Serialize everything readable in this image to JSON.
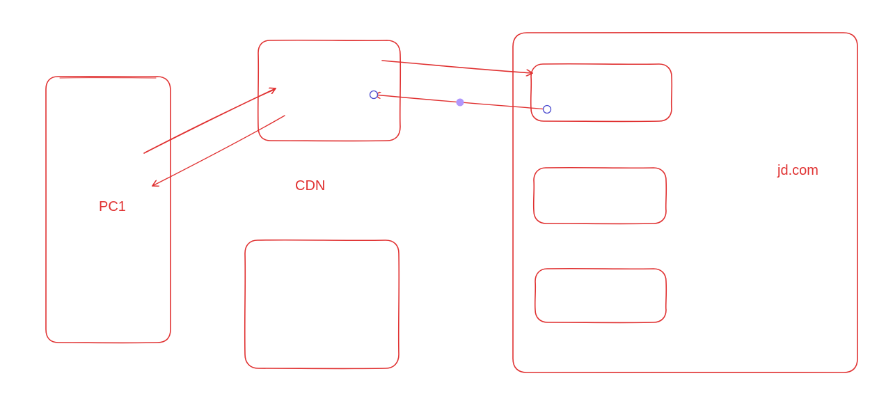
{
  "labels": {
    "pc1": "PC1",
    "cdn": "CDN",
    "jd": "jd.com"
  },
  "colors": {
    "stroke": "#e03131",
    "text": "#e03131",
    "handle": "#4c4ccf",
    "handle_fill": "#ffffff",
    "selection_dot": "#b197fc",
    "background": "#ffffff"
  }
}
